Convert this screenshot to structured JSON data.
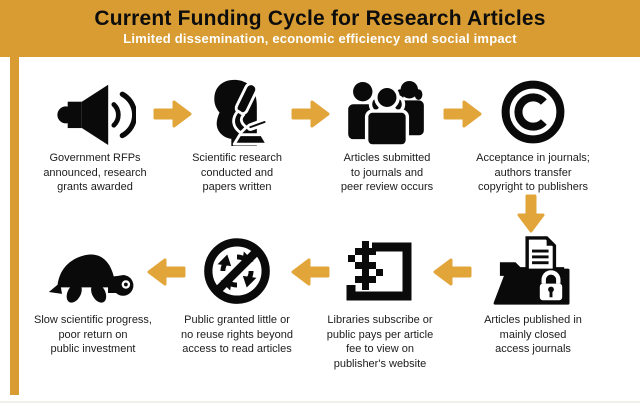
{
  "header": {
    "title": "Current Funding Cycle for Research Articles",
    "subtitle": "Limited dissemination, economic efficiency and social impact"
  },
  "colors": {
    "accent_header": "#d89c32",
    "accent_arrow": "#e2a53a",
    "icon_black": "#0a0a0a",
    "background": "#ffffff",
    "title_text": "#0d0d0d",
    "subtitle_text": "#ffffff",
    "label_text": "#1c1c1c"
  },
  "steps": [
    {
      "icon": "speaker-announcement-icon",
      "label": "Government RFPs\nannounced, research\ngrants awarded"
    },
    {
      "icon": "scientist-microscope-icon",
      "label": "Scientific research\nconducted and\npapers written"
    },
    {
      "icon": "people-group-icon",
      "label": "Articles submitted\nto journals and\npeer review occurs"
    },
    {
      "icon": "copyright-icon",
      "label": "Acceptance in journals;\nauthors transfer\ncopyright to publishers"
    },
    {
      "icon": "locked-folder-icon",
      "label": "Articles published in\nmainly closed\naccess journals"
    },
    {
      "icon": "paywall-dollar-icon",
      "label": "Libraries subscribe or\npublic pays per article\nfee to view on\npublisher's website"
    },
    {
      "icon": "no-reuse-icon",
      "label": "Public granted little or\nno reuse rights beyond\naccess to read articles"
    },
    {
      "icon": "turtle-icon",
      "label": "Slow scientific progress,\npoor return on\npublic investment"
    }
  ],
  "flow": {
    "arrow_directions": [
      "right",
      "right",
      "right",
      "down",
      "left",
      "left",
      "left"
    ]
  }
}
